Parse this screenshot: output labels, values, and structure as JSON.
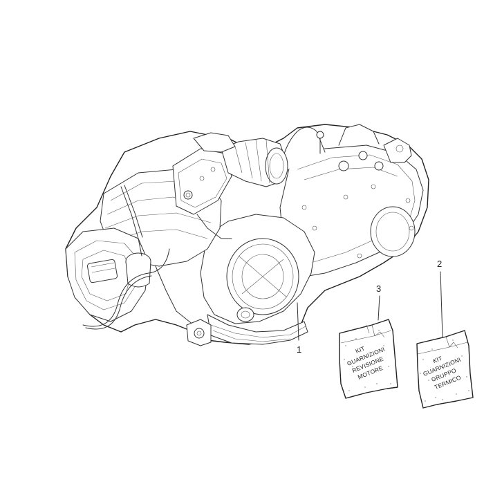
{
  "callouts": [
    {
      "id": "1",
      "label": "1"
    },
    {
      "id": "2",
      "label": "2"
    },
    {
      "id": "3",
      "label": "3"
    }
  ],
  "kits": {
    "kit3": {
      "lines": [
        "KIT",
        "GUARNIZIONI",
        "REVISIONE",
        "MOTORE"
      ]
    },
    "kit2": {
      "lines": [
        "KIT",
        "GUARNIZIONI",
        "GRUPPO",
        "TERMICO"
      ]
    }
  }
}
